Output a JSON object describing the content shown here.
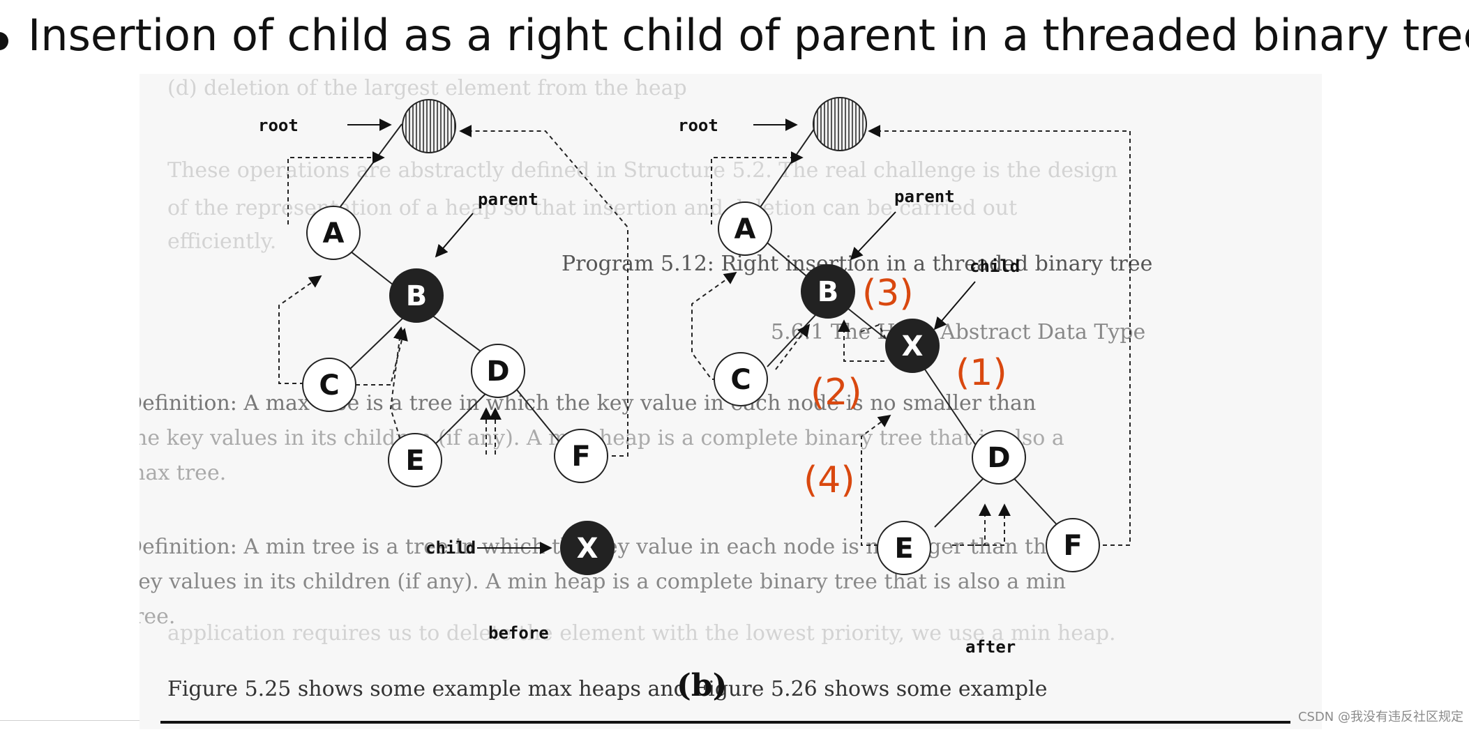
{
  "slide": {
    "title": "Insertion of child as a right child of parent in a threaded binary tree"
  },
  "figure": {
    "caption": "(b)",
    "before": {
      "label": "before",
      "root_label": "root",
      "parent_label": "parent",
      "child_label": "child",
      "nodes": [
        "A",
        "B",
        "C",
        "D",
        "E",
        "F",
        "X"
      ]
    },
    "after": {
      "label": "after",
      "root_label": "root",
      "parent_label": "parent",
      "child_label": "child",
      "nodes": [
        "A",
        "B",
        "C",
        "X",
        "D",
        "E",
        "F"
      ],
      "steps": [
        "(1)",
        "(2)",
        "(3)",
        "(4)"
      ]
    },
    "background_text": [
      "(d)    deletion of the largest element from the heap",
      "These operations are abstractly defined in Structure 5.2. The real challenge is the design",
      "of the representation of a heap so that insertion and deletion can be carried out",
      "efficiently.",
      "Program 5.12: Right insertion in a threaded binary tree",
      "5.6.1    The Heap Abstract Data Type",
      "Definition: A max tree is a tree in which the key value in each node is no smaller than",
      "the key values in its children (if any). A max heap is a complete binary tree that is also a",
      "max tree.",
      "Definition: A min tree is a tree in which the key value in each node is no larger than the",
      "key values in its children (if any). A min heap is a complete binary tree that is also a min",
      "tree.",
      "application requires us to delete the element with the lowest priority, we use a min heap.",
      "Figure 5.25 shows some example max heaps and Figure 5.26 shows some example"
    ]
  },
  "watermark": "CSDN @我没有违反社区规定"
}
